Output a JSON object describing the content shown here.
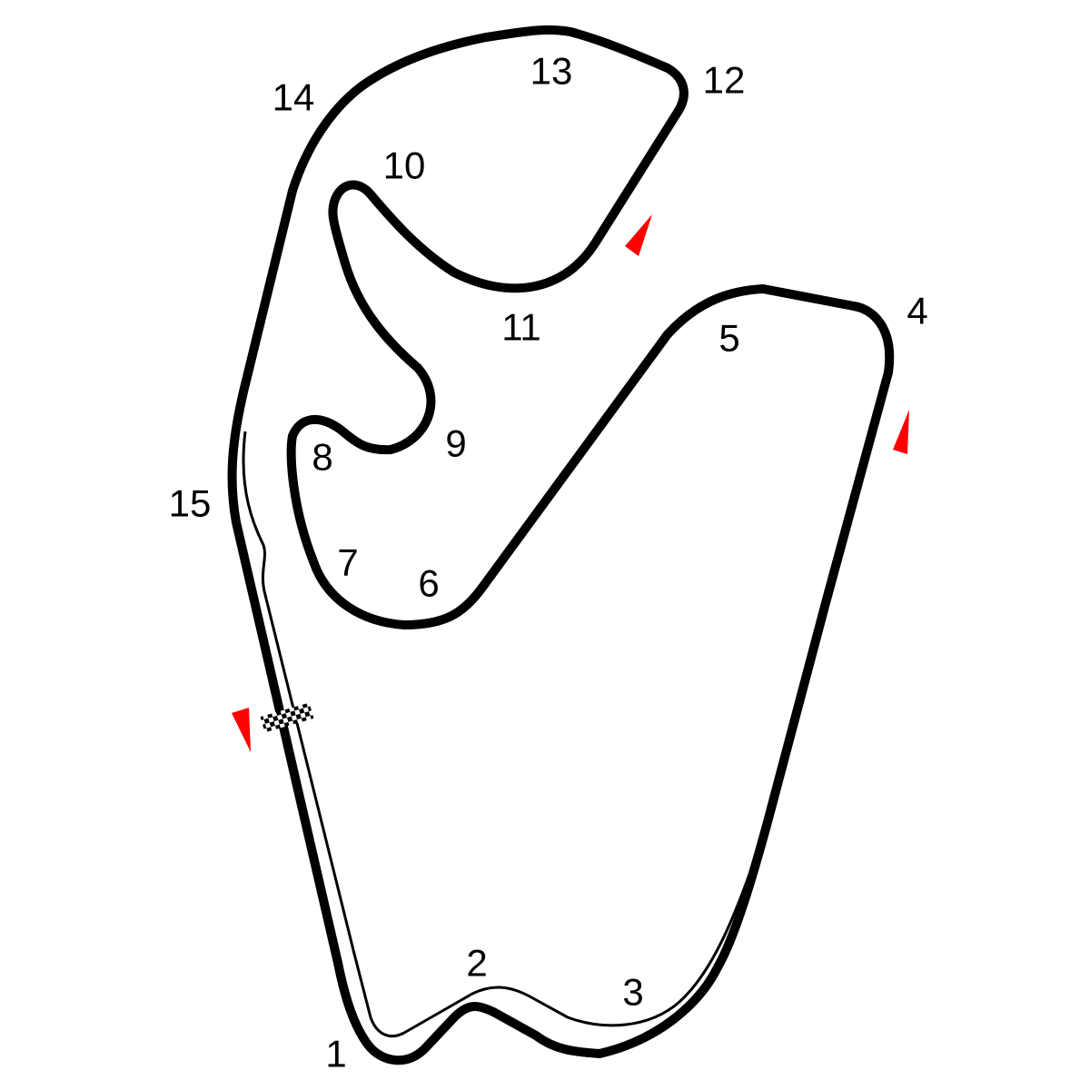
{
  "circuit": {
    "track_color": "#000000",
    "background_color": "#ffffff",
    "direction_marker_color": "#ff0000",
    "turns": [
      {
        "id": "t1",
        "label": "1"
      },
      {
        "id": "t2",
        "label": "2"
      },
      {
        "id": "t3",
        "label": "3"
      },
      {
        "id": "t4",
        "label": "4"
      },
      {
        "id": "t5",
        "label": "5"
      },
      {
        "id": "t6",
        "label": "6"
      },
      {
        "id": "t7",
        "label": "7"
      },
      {
        "id": "t8",
        "label": "8"
      },
      {
        "id": "t9",
        "label": "9"
      },
      {
        "id": "t10",
        "label": "10"
      },
      {
        "id": "t11",
        "label": "11"
      },
      {
        "id": "t12",
        "label": "12"
      },
      {
        "id": "t13",
        "label": "13"
      },
      {
        "id": "t14",
        "label": "14"
      },
      {
        "id": "t15",
        "label": "15"
      }
    ],
    "start_finish_icon": "checkered-flag-icon",
    "direction_marker_icon": "direction-arrow-icon"
  }
}
